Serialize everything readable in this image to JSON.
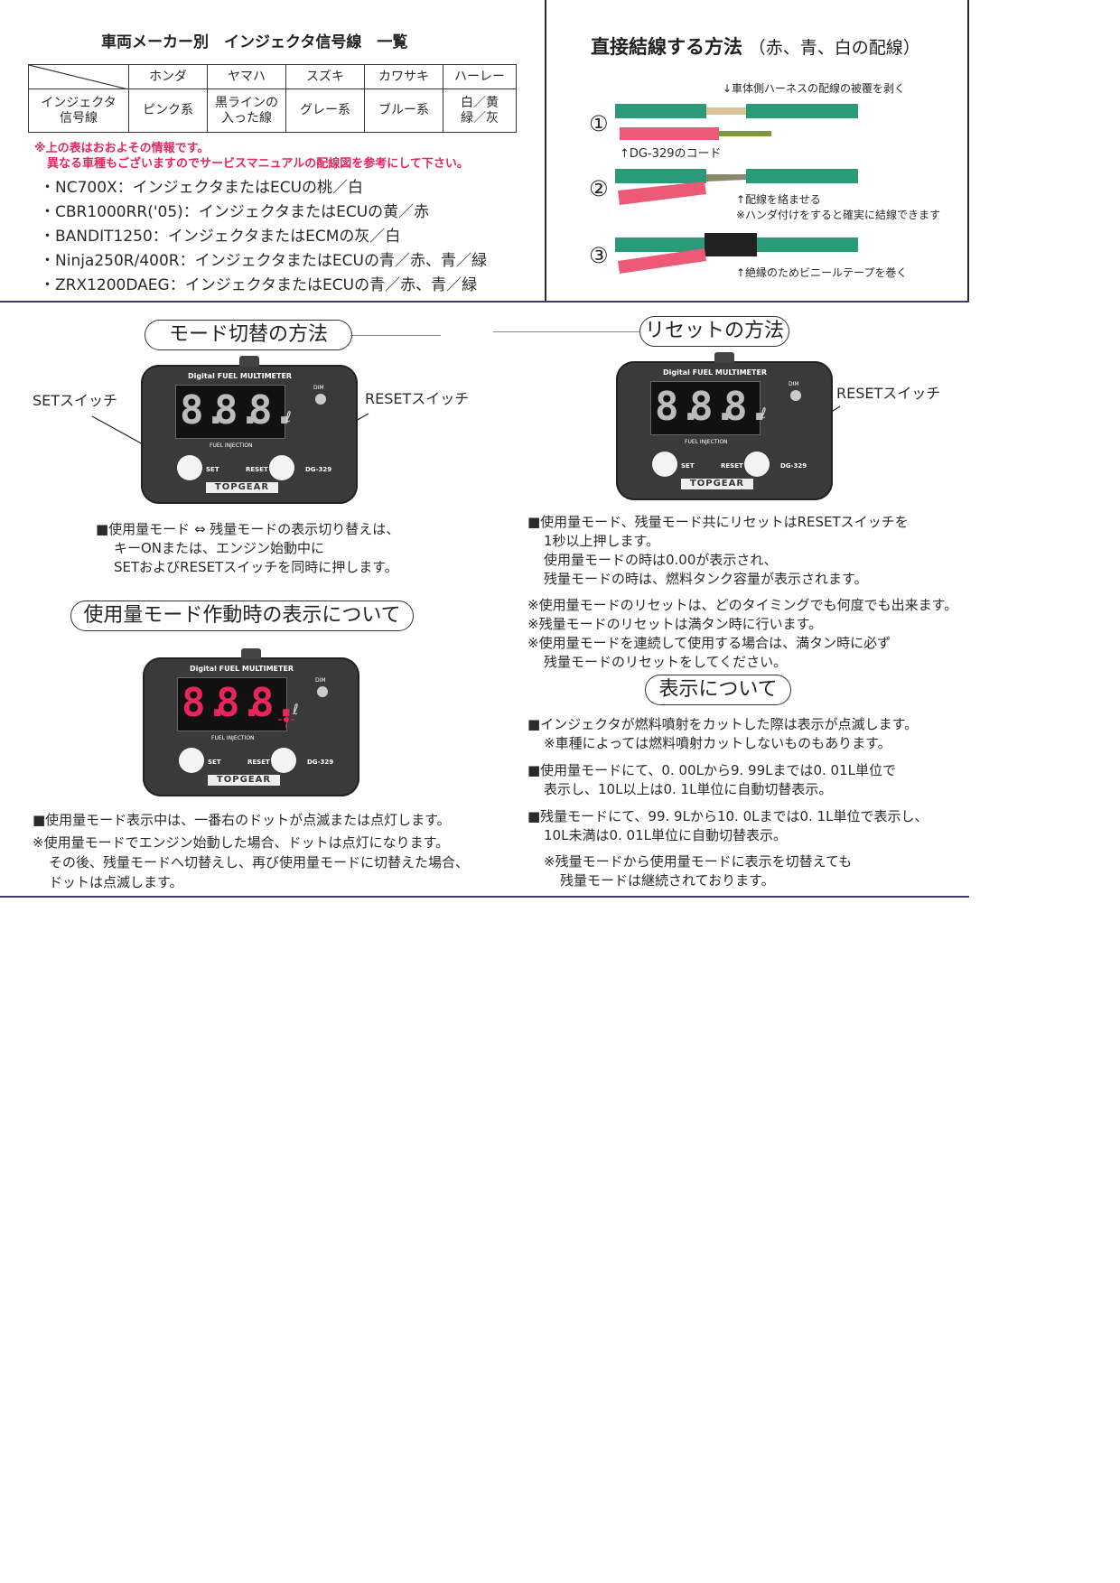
{
  "injector_table": {
    "title": "車両メーカー別　インジェクタ信号線　一覧",
    "headers": [
      "ホンダ",
      "ヤマハ",
      "スズキ",
      "カワサキ",
      "ハーレー"
    ],
    "row_label": "インジェクタ\n信号線",
    "cells": [
      "ピンク系",
      "黒ラインの\n入った線",
      "グレー系",
      "ブルー系",
      "白／黄\n緑／灰"
    ],
    "note_line1": "※上の表はおおよその情報です。",
    "note_line2": "異なる車種もございますのでサービスマニュアルの配線図を参考にして下さい。",
    "examples": [
      "・NC700X：インジェクタまたはECUの桃／白",
      "・CBR1000RR('05)：インジェクタまたはECUの黄／赤",
      "・BANDIT1250：インジェクタまたはECMの灰／白",
      "・Ninja250R/400R：インジェクタまたはECUの青／赤、青／緑",
      "・ZRX1200DAEG：インジェクタまたはECUの青／赤、青／緑"
    ]
  },
  "wiring": {
    "title": "直接結線する方法",
    "title_sub": "（赤、青、白の配線）",
    "step_nums": [
      "①",
      "②",
      "③"
    ],
    "step1_label_top": "↓車体側ハーネスの配線の被覆を剥く",
    "step1_label_bottom": "↑DG-329のコード",
    "step2_label_1": "↑配線を絡ませる",
    "step2_label_2": "※ハンダ付けをすると確実に結線できます",
    "step3_label": "↑絶縁のためビニールテープを巻く",
    "colors": {
      "green": "#2a9a78",
      "red": "#ec5a78",
      "tape": "#222222"
    }
  },
  "mode_switch": {
    "title": "モード切替の方法",
    "set_label": "SETスイッチ",
    "reset_label": "RESETスイッチ",
    "desc_line1": "■使用量モード ⇔ 残量モードの表示切り替えは、",
    "desc_line2": "キーONまたは、エンジン始動中に",
    "desc_line3": "SETおよびRESETスイッチを同時に押します。"
  },
  "device": {
    "name": "Digital FUEL MULTIMETER",
    "digits": [
      "8.",
      "8.",
      "8."
    ],
    "unit": "ℓ",
    "dim": "DIM",
    "fuel_injection": "FUEL INJECTION",
    "set": "SET",
    "reset": "RESET",
    "model": "DG-329",
    "brand": "TOPGEAR"
  },
  "usage_display": {
    "title": "使用量モード作動時の表示について",
    "digits": [
      "8.",
      "8.",
      "8."
    ],
    "desc_line1": "■使用量モード表示中は、一番右のドットが点滅または点灯します。",
    "desc_line2": "※使用量モードでエンジン始動した場合、ドットは点灯になります。",
    "desc_line3": "その後、残量モードへ切替えし、再び使用量モードに切替えた場合、",
    "desc_line4": "ドットは点滅します。"
  },
  "reset": {
    "title": "リセットの方法",
    "reset_label": "RESETスイッチ",
    "lines": [
      "■使用量モード、残量モード共にリセットはRESETスイッチを",
      "1秒以上押します。",
      "使用量モードの時は0.00が表示され、",
      "残量モードの時は、燃料タンク容量が表示されます。"
    ],
    "notes": [
      "※使用量モードのリセットは、どのタイミングでも何度でも出来ます。",
      "※残量モードのリセットは満タン時に行います。",
      "※使用量モードを連続して使用する場合は、満タン時に必ず",
      "残量モードのリセットをしてください。"
    ]
  },
  "display_info": {
    "title": "表示について",
    "lines": [
      "■インジェクタが燃料噴射をカットした際は表示が点滅します。",
      "※車種によっては燃料噴射カットしないものもあります。",
      "■使用量モードにて、0. 00Lから9. 99Lまでは0. 01L単位で",
      "表示し、10L以上は0. 1L単位に自動切替表示。",
      "■残量モードにて、99. 9Lから10. 0Lまでは0. 1L単位で表示し、",
      "10L未満は0. 01L単位に自動切替表示。",
      "※残量モードから使用量モードに表示を切替えても",
      "残量モードは継続されております。"
    ]
  }
}
